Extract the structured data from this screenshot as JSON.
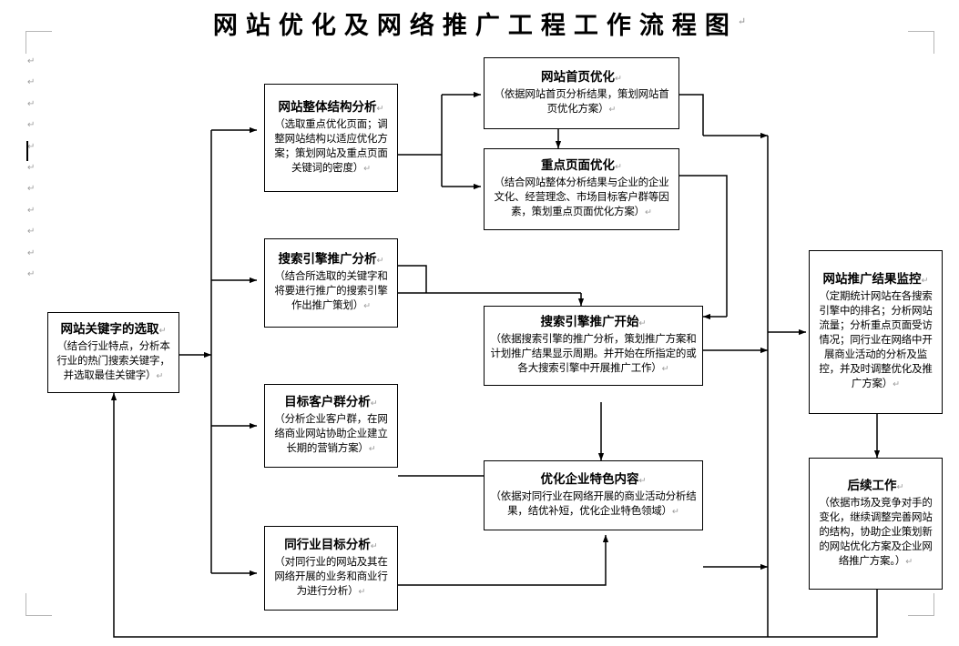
{
  "document": {
    "title": "网站优化及网络推广工程工作流程图",
    "pilcrow_glyph": "↵",
    "margin_pilcrow_count": 11
  },
  "boxes": {
    "keyword": {
      "heading": "网站关键字的选取",
      "body": "（结合行业特点，分析本行业的热门搜索关键字，并选取最佳关键字）"
    },
    "structure": {
      "heading": "网站整体结构分析",
      "body": "（选取重点优化页面；调整网站结构以适应优化方案；策划网站及重点页面关键词的密度）"
    },
    "homepage": {
      "heading": "网站首页优化",
      "body": "（依据网站首页分析结果，策划网站首页优化方案）"
    },
    "keypage": {
      "heading": "重点页面优化",
      "body": "（结合网站整体分析结果与企业的企业文化、经营理念、市场目标客户群等因素，策划重点页面优化方案）"
    },
    "seo_analysis": {
      "heading": "搜索引擎推广分析",
      "body": "（结合所选取的关键字和将要进行推广的搜索引擎作出推广策划）"
    },
    "seo_start": {
      "heading": "搜索引擎推广开始",
      "body": "（依据搜索引擎的推广分析，策划推广方案和计划推广结果显示周期。并开始在所指定的或各大搜索引擎中开展推广工作）"
    },
    "customer": {
      "heading": "目标客户群分析",
      "body": "（分析企业客户群，在网络商业网站协助企业建立长期的营销方案）"
    },
    "feature": {
      "heading": "优化企业特色内容",
      "body": "（依据对同行业在网络开展的商业活动分析结果，结优补短，优化企业特色领域）"
    },
    "industry": {
      "heading": "同行业目标分析",
      "body": "（对同行业的网站及其在网络开展的业务和商业行为进行分析）"
    },
    "monitor": {
      "heading": "网站推广结果监控",
      "body": "（定期统计网站在各搜索引擎中的排名；分析网站流量；分析重点页面受访情况；同行业在网络中开展商业活动的分析及监控，并及时调整优化及推广方案）"
    },
    "followup": {
      "heading": "后续工作",
      "body": "（依据市场及竞争对手的变化，继续调整完善网站的结构，协助企业策划新的网站优化方案及企业网络推广方案。）"
    }
  },
  "colors": {
    "line": "#000000",
    "box_border": "#000000",
    "background": "#ffffff",
    "margin_mark": "#9d9d9d"
  }
}
